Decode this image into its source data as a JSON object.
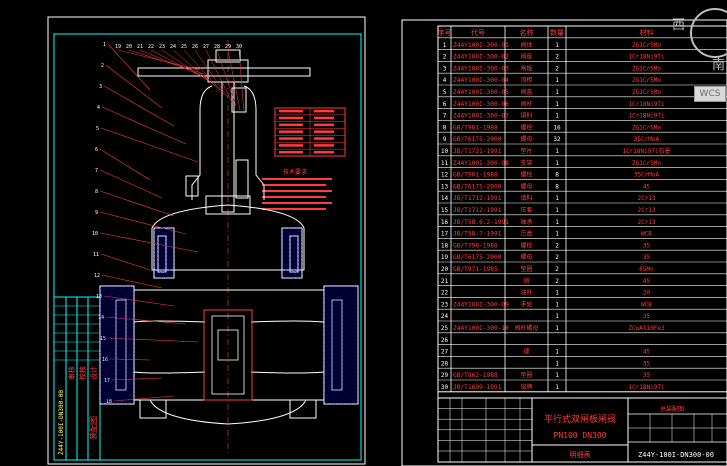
{
  "left_sheet": {
    "approval_labels": [
      "审核",
      "校核",
      "设计"
    ],
    "drawing_no_vertical": "Z44Y-100I-DN300-00",
    "assembly_label": "装配图",
    "spec_table": [
      [
        "",
        ""
      ],
      [
        "",
        ""
      ],
      [
        "",
        ""
      ],
      [
        "",
        ""
      ],
      [
        "",
        ""
      ],
      [
        "",
        ""
      ],
      [
        "",
        ""
      ]
    ],
    "tech_requirements_title": "技术要求",
    "balloon_left": [
      "1",
      "2",
      "3",
      "4",
      "5",
      "6",
      "7",
      "8",
      "9",
      "10",
      "11",
      "12",
      "13",
      "14",
      "15",
      "16",
      "17",
      "18"
    ],
    "balloon_right": [
      "19",
      "20",
      "21",
      "22",
      "23",
      "24",
      "25",
      "26",
      "27",
      "28",
      "29",
      "30"
    ]
  },
  "bom": {
    "header": [
      "序号",
      "代号",
      "名称",
      "数量",
      "材料"
    ],
    "rows": [
      {
        "no": "1",
        "code": "Z44Y100I-300-01",
        "name": "阀体",
        "qty": "1",
        "mat": "ZG1Cr5Mo"
      },
      {
        "no": "2",
        "code": "Z44Y100I-300-02",
        "name": "阀座",
        "qty": "2",
        "mat": "1Cr18Ni9Ti"
      },
      {
        "no": "3",
        "code": "Z44Y100I-300-03",
        "name": "闸板",
        "qty": "2",
        "mat": "ZG1Cr5Mo"
      },
      {
        "no": "4",
        "code": "Z44Y100I-300-04",
        "name": "顶楔",
        "qty": "1",
        "mat": "ZG1Cr5Mo"
      },
      {
        "no": "5",
        "code": "Z44Y100I-300-05",
        "name": "阀盖",
        "qty": "1",
        "mat": "ZG1Cr5Mo"
      },
      {
        "no": "6",
        "code": "Z44Y100I-300-06",
        "name": "阀杆",
        "qty": "1",
        "mat": "1Cr18Ni9Ti"
      },
      {
        "no": "7",
        "code": "Z44Y100I-300-07",
        "name": "填料",
        "qty": "1",
        "mat": "1Cr18Ni9Ti"
      },
      {
        "no": "8",
        "code": "GB/T901-1988",
        "name": "螺栓",
        "qty": "16",
        "mat": "ZG1Cr5Mo"
      },
      {
        "no": "9",
        "code": "GB/T6175-2000",
        "name": "螺母",
        "qty": "32",
        "mat": "35CrMoA"
      },
      {
        "no": "10",
        "code": "JB/T1721-1991",
        "name": "垫片",
        "qty": "1",
        "mat": "1Cr18Ni9Ti石墨"
      },
      {
        "no": "11",
        "code": "Z44Y100I-300-08",
        "name": "支架",
        "qty": "1",
        "mat": "ZG1Cr5Mo"
      },
      {
        "no": "12",
        "code": "GB/T901-1988",
        "name": "螺栓",
        "qty": "8",
        "mat": "35CrMoA"
      },
      {
        "no": "13",
        "code": "GB/T6175-2000",
        "name": "螺母",
        "qty": "8",
        "mat": "45"
      },
      {
        "no": "14",
        "code": "JB/T1712-1991",
        "name": "填料",
        "qty": "1",
        "mat": "2Cr13"
      },
      {
        "no": "15",
        "code": "JB/T1712-1991",
        "name": "压套",
        "qty": "1",
        "mat": "2Cr13"
      },
      {
        "no": "16",
        "code": "JB/T58.6.2-1991",
        "name": "轴承",
        "qty": "1",
        "mat": "2Cr13"
      },
      {
        "no": "17",
        "code": "JB/T58.7-1991",
        "name": "压盖",
        "qty": "1",
        "mat": "WCB"
      },
      {
        "no": "18",
        "code": "GB/T798-1988",
        "name": "螺栓",
        "qty": "2",
        "mat": "35"
      },
      {
        "no": "19",
        "code": "GB/T6175-2000",
        "name": "螺母",
        "qty": "2",
        "mat": "35"
      },
      {
        "no": "20",
        "code": "GB/T971-1985",
        "name": "垫圈",
        "qty": "2",
        "mat": "65Mn"
      },
      {
        "no": "21",
        "code": "",
        "name": "销",
        "qty": "2",
        "mat": "45"
      },
      {
        "no": "22",
        "code": "",
        "name": "油杯",
        "qty": "1",
        "mat": "20"
      },
      {
        "no": "23",
        "code": "Z44Y100I-300-09",
        "name": "手轮",
        "qty": "1",
        "mat": "WCB"
      },
      {
        "no": "24",
        "code": "",
        "name": "",
        "qty": "1",
        "mat": "35"
      },
      {
        "no": "25",
        "code": "Z44Y100I-300-10",
        "name": "阀杆螺母",
        "qty": "1",
        "mat": "ZCuAl10Fe3"
      },
      {
        "no": "26",
        "code": "",
        "name": "",
        "qty": "",
        "mat": ""
      },
      {
        "no": "27",
        "code": "",
        "name": "键",
        "qty": "1",
        "mat": "45"
      },
      {
        "no": "28",
        "code": "",
        "name": "",
        "qty": "1",
        "mat": "35"
      },
      {
        "no": "29",
        "code": "GB/T862-1988",
        "name": "垫圈",
        "qty": "1",
        "mat": "35"
      },
      {
        "no": "30",
        "code": "JB/T1699-1991",
        "name": "铭牌",
        "qty": "1",
        "mat": "1Cr18Ni9Ti"
      }
    ]
  },
  "title_block": {
    "product_name": "平行式双闸板闸阀",
    "spec": "PN100 DN300",
    "drawing_no": "Z44Y-100I-DN300-00",
    "title_right": "总装配图",
    "sheet_label": "明细表"
  },
  "viewcube": {
    "top_label": "西",
    "bottom_label": "南",
    "wcs_label": "WCS"
  }
}
